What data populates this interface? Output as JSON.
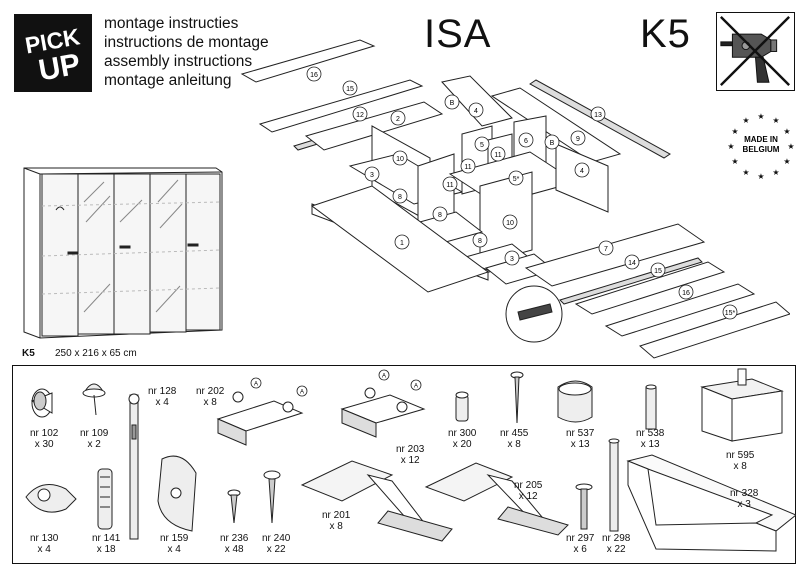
{
  "logo": {
    "line1": "PICK",
    "line2": "UP"
  },
  "titles": [
    "montage instructies",
    "instructions de montage",
    "assembly instructions",
    "montage anleitung"
  ],
  "model_name": "ISA",
  "model_code": "K5",
  "badge": {
    "line1": "MADE IN",
    "line2": "BELGIUM"
  },
  "wardrobe": {
    "code": "K5",
    "dimensions": "250 x 216 x 65 cm"
  },
  "exploded_labels": [
    "16",
    "15",
    "12",
    "2",
    "B",
    "4",
    "13",
    "10",
    "5",
    "11",
    "6",
    "9",
    "3",
    "8",
    "11",
    "5*",
    "B",
    "4",
    "8",
    "1",
    "10",
    "8",
    "3",
    "7",
    "14",
    "15",
    "16",
    "15*",
    "11"
  ],
  "parts": [
    {
      "nr": "nr 102",
      "qty": "x 30"
    },
    {
      "nr": "nr 109",
      "qty": "x 2"
    },
    {
      "nr": "nr 128",
      "qty": "x 4"
    },
    {
      "nr": "nr 202",
      "qty": "x 8"
    },
    {
      "nr": "nr 203",
      "qty": "x 12"
    },
    {
      "nr": "nr 300",
      "qty": "x 20"
    },
    {
      "nr": "nr 455",
      "qty": "x 8"
    },
    {
      "nr": "nr 537",
      "qty": "x 13"
    },
    {
      "nr": "nr 538",
      "qty": "x 13"
    },
    {
      "nr": "nr 595",
      "qty": "x 8"
    },
    {
      "nr": "nr 130",
      "qty": "x 4"
    },
    {
      "nr": "nr 141",
      "qty": "x 18"
    },
    {
      "nr": "nr 159",
      "qty": "x 4"
    },
    {
      "nr": "nr 236",
      "qty": "x 48"
    },
    {
      "nr": "nr 240",
      "qty": "x 22"
    },
    {
      "nr": "nr 201",
      "qty": "x 8"
    },
    {
      "nr": "nr 205",
      "qty": "x 12"
    },
    {
      "nr": "nr 297",
      "qty": "x 6"
    },
    {
      "nr": "nr 298",
      "qty": "x 22"
    },
    {
      "nr": "nr 328",
      "qty": "x 3"
    }
  ],
  "hinge_marker": "A",
  "icons": [
    "no-drill-icon",
    "made-in-belgium-badge",
    "pick-up-logo"
  ]
}
